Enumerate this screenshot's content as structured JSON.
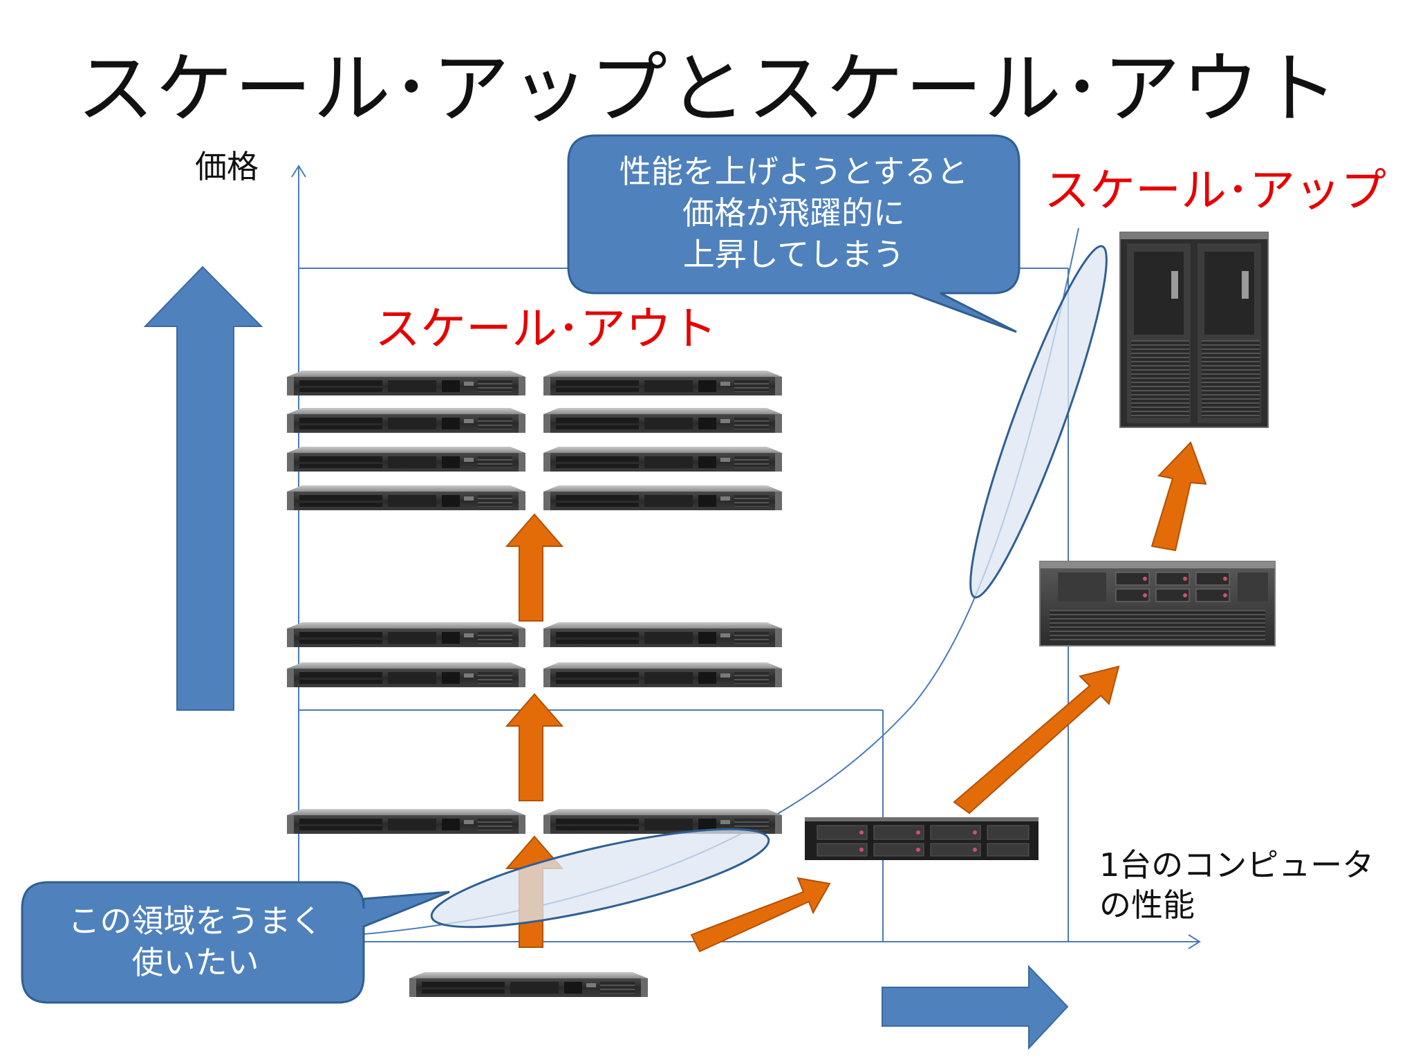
{
  "title": "スケール･アップとスケール･アウト",
  "y_axis_label": "価格",
  "x_axis_label": [
    "1台のコンピュータ",
    "の性能"
  ],
  "scale_up_label": "スケール･アップ",
  "scale_out_label": "スケール･アウト",
  "callout_top": [
    "性能を上げようとすると",
    "価格が飛躍的に",
    "上昇してしまう"
  ],
  "callout_bottom": [
    "この領域をうまく",
    "使いたい"
  ],
  "colors": {
    "axis": "#4a7ab8",
    "callout_fill": "#4f81bd",
    "callout_stroke": "#2f5f93",
    "big_arrow": "#4f81bd",
    "orange_arrow": "#e36c09",
    "ellipse_fill": "#dce6f2",
    "red_text": "#e60000"
  },
  "icons": {
    "server_1u": "rack-server-1u",
    "server_2u": "rack-server-2u",
    "server_4u": "rack-server-4u",
    "server_tower": "cabinet-server"
  }
}
